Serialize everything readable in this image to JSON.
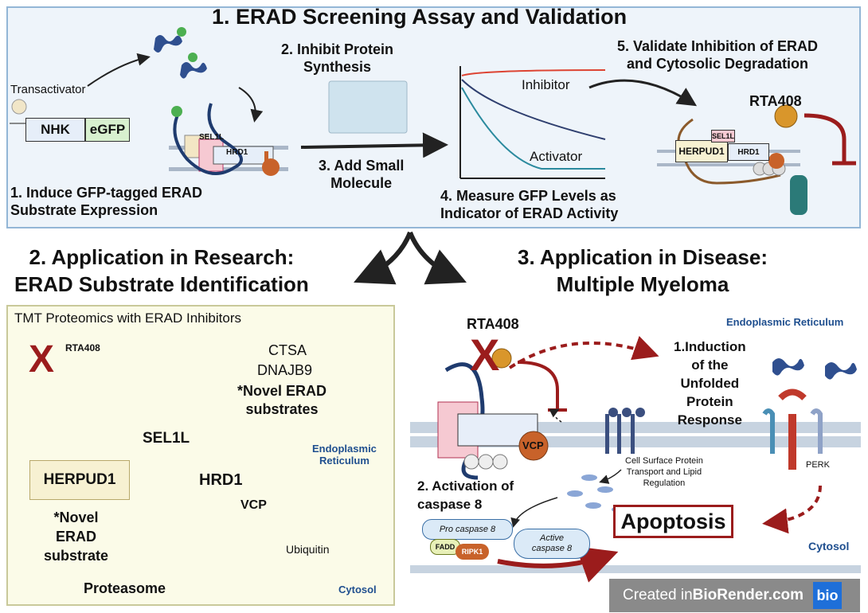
{
  "title": "1.  ERAD Screening Assay and Validation",
  "assay": {
    "step1": "1. Induce GFP-tagged ERAD\nSubstrate Expression",
    "transactivator": "Transactivator",
    "nhk": "NHK",
    "egfp": "eGFP",
    "sel1l": "SEL1L",
    "hrd1": "HRD1",
    "step2": "2. Inhibit Protein\nSynthesis",
    "step3": "3. Add Small\nMolecule",
    "step4": "4. Measure GFP Levels as\nIndicator of ERAD Activity",
    "inhibitor": "Inhibitor",
    "activator": "Activator",
    "step5": "5. Validate Inhibition of ERAD\nand Cytosolic Degradation",
    "rta408": "RTA408",
    "herpud1": "HERPUD1",
    "sel1l_small": "SEL1L",
    "hrd1_small": "HRD1"
  },
  "research": {
    "heading": "2. Application in Research:\nERAD Substrate Identification",
    "subtitle": "TMT Proteomics with ERAD Inhibitors",
    "rta408": "RTA408",
    "x_mark": "X",
    "ctsa": "CTSA",
    "dnajb9": "DNAJB9",
    "novel_substrates": "*Novel ERAD\nsubstrates",
    "sel1l": "SEL1L",
    "hrd1": "HRD1",
    "herpud1": "HERPUD1",
    "novel_herpud": "*Novel\nERAD\nsubstrate",
    "vcp": "VCP",
    "er_label": "Endoplasmic\nReticulum",
    "ubiquitin": "Ubiquitin",
    "proteasome": "Proteasome",
    "cytosol": "Cytosol"
  },
  "disease": {
    "heading": "3. Application in Disease:\nMultiple Myeloma",
    "rta408": "RTA408",
    "x_mark": "X",
    "er_label": "Endoplasmic Reticulum",
    "upr": "1.Induction\nof the\nUnfolded\nProtein\nResponse",
    "vcp": "VCP",
    "cell_surface": "Cell Surface Protein\nTransport and Lipid\nRegulation",
    "perk": "PERK",
    "caspase": "2. Activation of\ncaspase 8",
    "pro_caspase": "Pro caspase 8",
    "active_caspase": "Active\ncaspase 8",
    "fadd": "FADD",
    "ripk1": "RIPK1",
    "apoptosis": "Apoptosis",
    "cytosol": "Cytosol"
  },
  "watermark": {
    "text_prefix": "Created in ",
    "text_brand": "BioRender.com",
    "logo": "bio"
  },
  "colors": {
    "dark_red": "#9b1c1c",
    "orange": "#d9822b",
    "navy": "#1f3b6e",
    "light_blue_panel": "#eef4fa"
  }
}
